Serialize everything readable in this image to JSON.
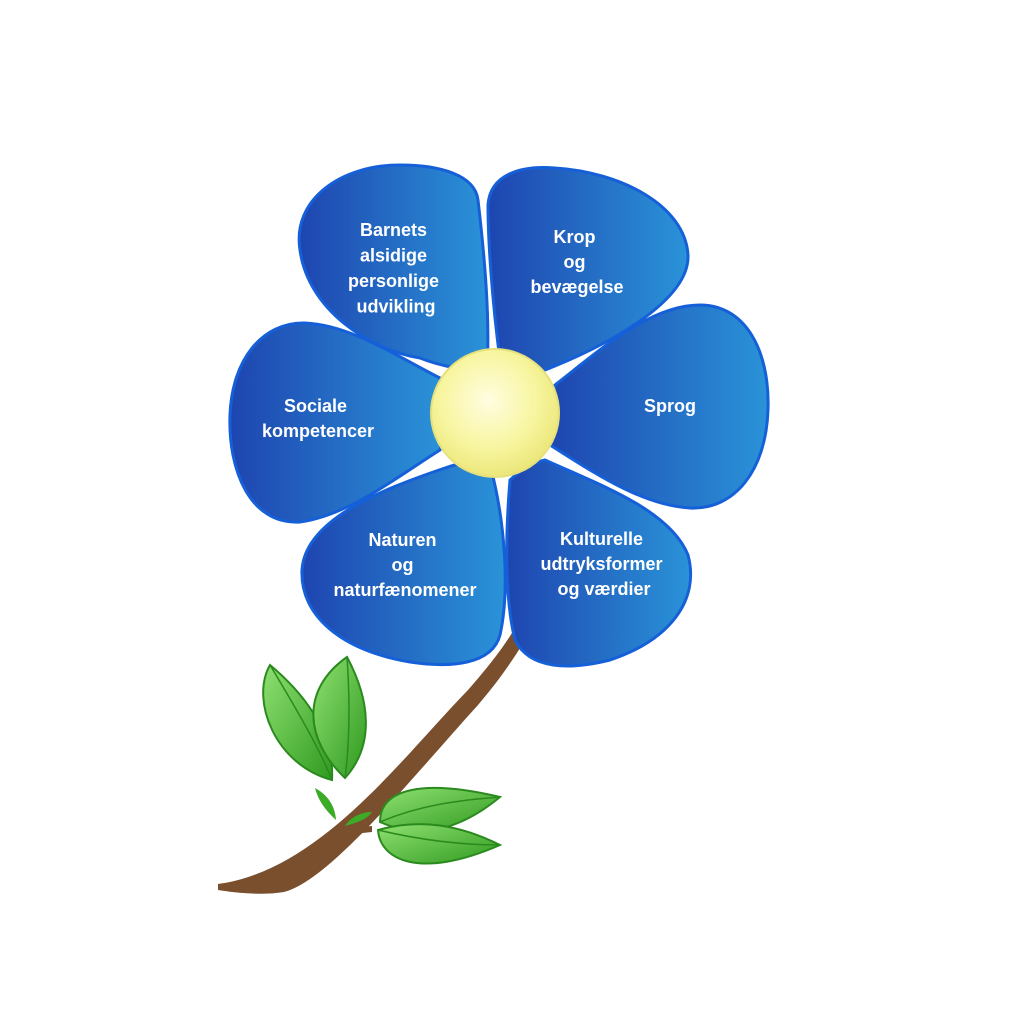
{
  "diagram": {
    "type": "flower",
    "colors": {
      "petal_dark": "#1d4fb8",
      "petal_light": "#2b8fd6",
      "petal_outline": "#1560d8",
      "center": "#f7f59a",
      "stem": "#7a4f2e",
      "leaf": "#3cab28",
      "label_text": "#ffffff"
    },
    "petals": [
      {
        "id": "top-left",
        "lines": [
          "Barnets",
          "alsidige",
          "personlige",
          "udvikling"
        ]
      },
      {
        "id": "top-right",
        "lines": [
          "Krop",
          "og",
          "bevægelse"
        ]
      },
      {
        "id": "right",
        "lines": [
          "Sprog"
        ]
      },
      {
        "id": "bottom-right",
        "lines": [
          "Kulturelle",
          "udtryksformer",
          "og værdier"
        ]
      },
      {
        "id": "bottom-left",
        "lines": [
          "Naturen",
          "og",
          "naturfænomener"
        ]
      },
      {
        "id": "left",
        "lines": [
          "Sociale",
          "kompetencer"
        ]
      }
    ]
  }
}
